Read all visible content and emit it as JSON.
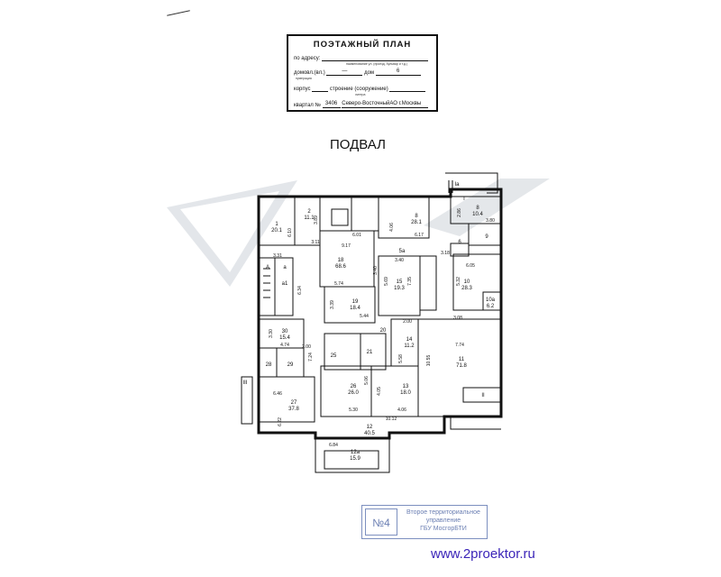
{
  "header": {
    "title": "ПОЭТАЖНЫЙ ПЛАН",
    "address_label": "по адресу:",
    "address_hint": "наименование ул. (проезд, бульвар и т.д.)",
    "building_label": "домовл.(вл.)",
    "building_value": "—",
    "house_label": "дом",
    "house_value": "6",
    "building_hint": "нумерация",
    "corpus_label": "корпус",
    "structure_label": "строение (сооружение)",
    "structure_hint": "литера",
    "quarter_label": "квартал №",
    "quarter_value": "3406",
    "district_value": "Северо-ВосточныйАО г.Москвы"
  },
  "sheet": {
    "title": "ПОДВАЛ"
  },
  "plan": {
    "rooms": [
      {
        "id": "1",
        "area": "20.1"
      },
      {
        "id": "2",
        "area": "11.1"
      },
      {
        "id": "18",
        "area": "68.6"
      },
      {
        "id": "8",
        "area": "28.1"
      },
      {
        "id": "8",
        "area": "10.4"
      },
      {
        "id": "15",
        "area": "19.3"
      },
      {
        "id": "10",
        "area": "28.3"
      },
      {
        "id": "10а",
        "area": "6.2"
      },
      {
        "id": "19",
        "area": "18.4"
      },
      {
        "id": "30",
        "area": "15.4"
      },
      {
        "id": "14",
        "area": "11.2"
      },
      {
        "id": "11",
        "area": "71.8"
      },
      {
        "id": "26",
        "area": "26.0"
      },
      {
        "id": "13",
        "area": "18.0"
      },
      {
        "id": "27",
        "area": "37.8"
      },
      {
        "id": "12",
        "area": "40.5"
      },
      {
        "id": "12а",
        "area": "15.9"
      }
    ],
    "labels": [
      "A",
      "a",
      "a1",
      "9",
      "6",
      "5а",
      "20",
      "21",
      "25",
      "28",
      "29",
      "Iа",
      "I",
      "II",
      "III"
    ],
    "dimensions": [
      "3.31",
      "6.10",
      "3.89",
      "3.11",
      "6.01",
      "4.06",
      "6.17",
      "2.86",
      "3.80",
      "9.17",
      "3.40",
      "3.18",
      "6.05",
      "5.32",
      "5.69",
      "7.35",
      "3.39",
      "6.34",
      "3.40",
      "5.74",
      "5.44",
      "2.00",
      "3.08",
      "7.74",
      "3.30",
      "4.74",
      "2.00",
      "7.24",
      "10.55",
      "5.58",
      "6.46",
      "6.22",
      "5.30",
      "4.06",
      "4.05",
      "5.06",
      "10.12",
      "6.84"
    ]
  },
  "stamp": {
    "number": "№4",
    "line1": "Второе территориальное",
    "line2": "управление",
    "line3": "ГБУ МосгорБТИ"
  },
  "footer": {
    "url": "www.2proektor.ru"
  }
}
